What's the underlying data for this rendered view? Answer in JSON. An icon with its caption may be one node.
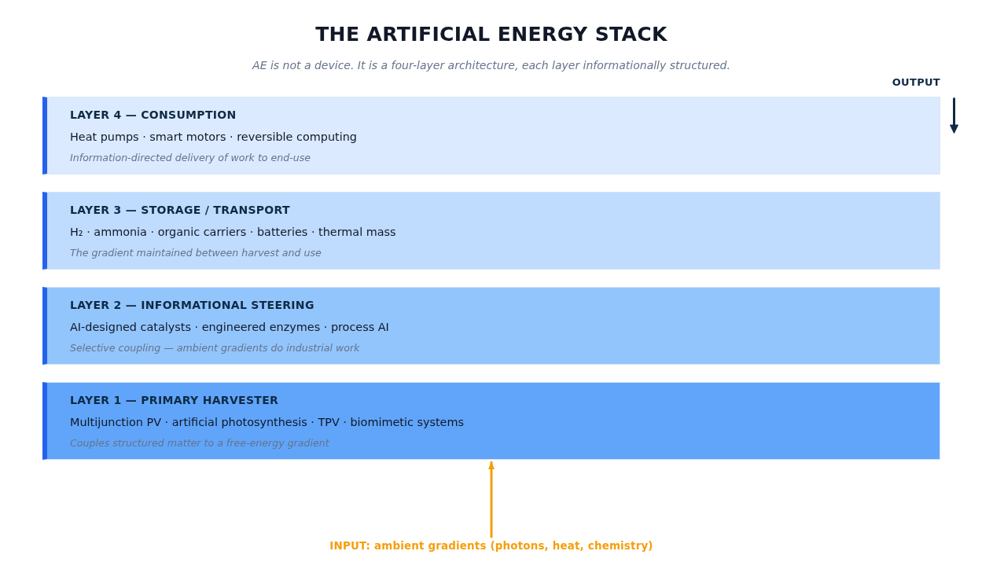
{
  "diagram": {
    "title": "THE ARTIFICIAL ENERGY STACK",
    "nodes": [
      {
        "text": [
          "LAYER 4 — CONSUMPTION",
          "Heat pumps · smart motors · reversible computing",
          "Information-directed delivery of work to end-use"
        ]
      },
      {
        "text": [
          "LAYER 3 — STORAGE / TRANSPORT",
          "H₂ · ammonia · organic carriers · batteries · thermal mass",
          "The gradient maintained between harvest and use"
        ]
      },
      {
        "text": [
          "LAYER 2 — INFORMATIONAL STEERING",
          "AI-designed catalysts · engineered enzymes · process AI",
          "Selective coupling — ambient gradients do industrial work"
        ]
      },
      {
        "text": [
          "LAYER 1 — PRIMARY HARVESTER",
          "Multijunction PV · artificial photosynthesis · TPV · biomimetic systems",
          "Couples structured matter to a free-energy gradient"
        ]
      },
      {
        "text": [
          "INPUT: ambient gradients (photons, heat, chemistry)"
        ]
      }
    ],
    "edges": [
      {
        "from": 4,
        "to": 3,
        "arrow": "to"
      }
    ],
    "labels": [
      "AE is not a device. It is a four-layer architecture, each layer informationally structured.",
      "OUTPUT"
    ]
  }
}
